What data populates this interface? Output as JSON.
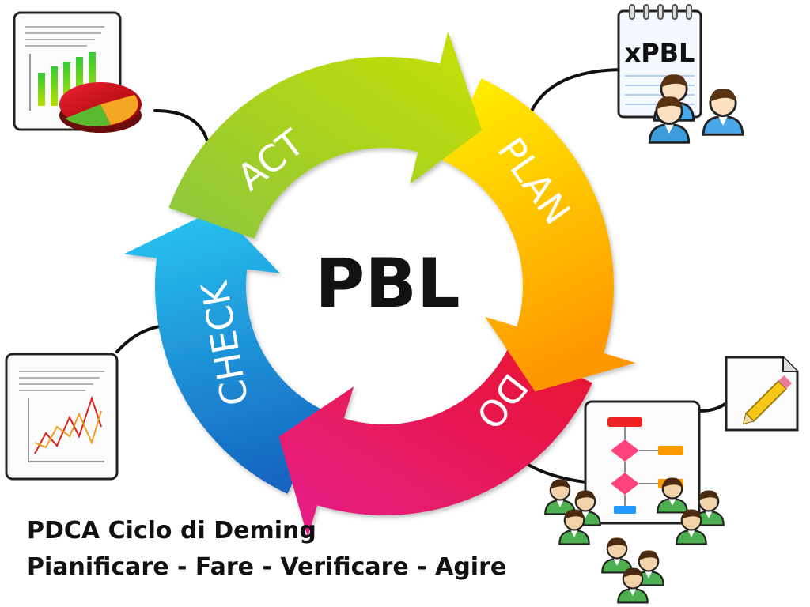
{
  "center_label": "PBL",
  "cycle": [
    {
      "id": "plan",
      "label": "PLAN"
    },
    {
      "id": "do",
      "label": "DO"
    },
    {
      "id": "check",
      "label": "CHECK"
    },
    {
      "id": "act",
      "label": "ACT"
    }
  ],
  "xpbl_label": "xPBL",
  "caption": {
    "line1": "PDCA Ciclo di Deming",
    "line2": "Pianificare - Fare - Verificare - Agire"
  },
  "colors": {
    "act": "#7fbf2a",
    "plan": "#f7c400",
    "do": "#ee1f5a",
    "check": "#1e90d8"
  }
}
